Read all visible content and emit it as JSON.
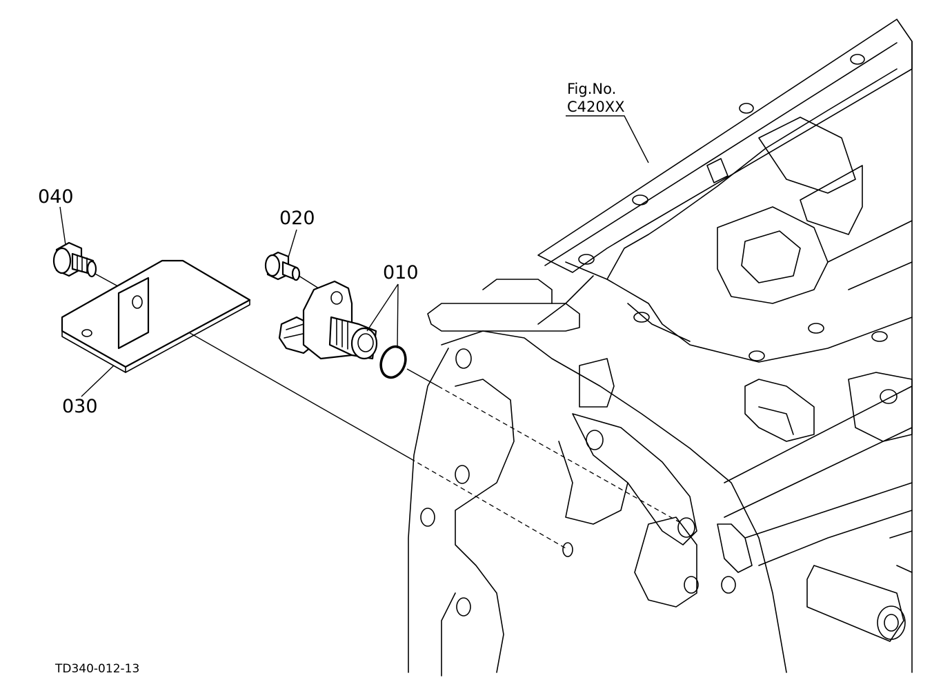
{
  "diagram": {
    "figure_ref": {
      "line1": "Fig.No.",
      "line2": "C420XX"
    },
    "drawing_id": "TD340-012-13",
    "callouts": [
      {
        "id": "040"
      },
      {
        "id": "020"
      },
      {
        "id": "010"
      },
      {
        "id": "030"
      }
    ]
  }
}
